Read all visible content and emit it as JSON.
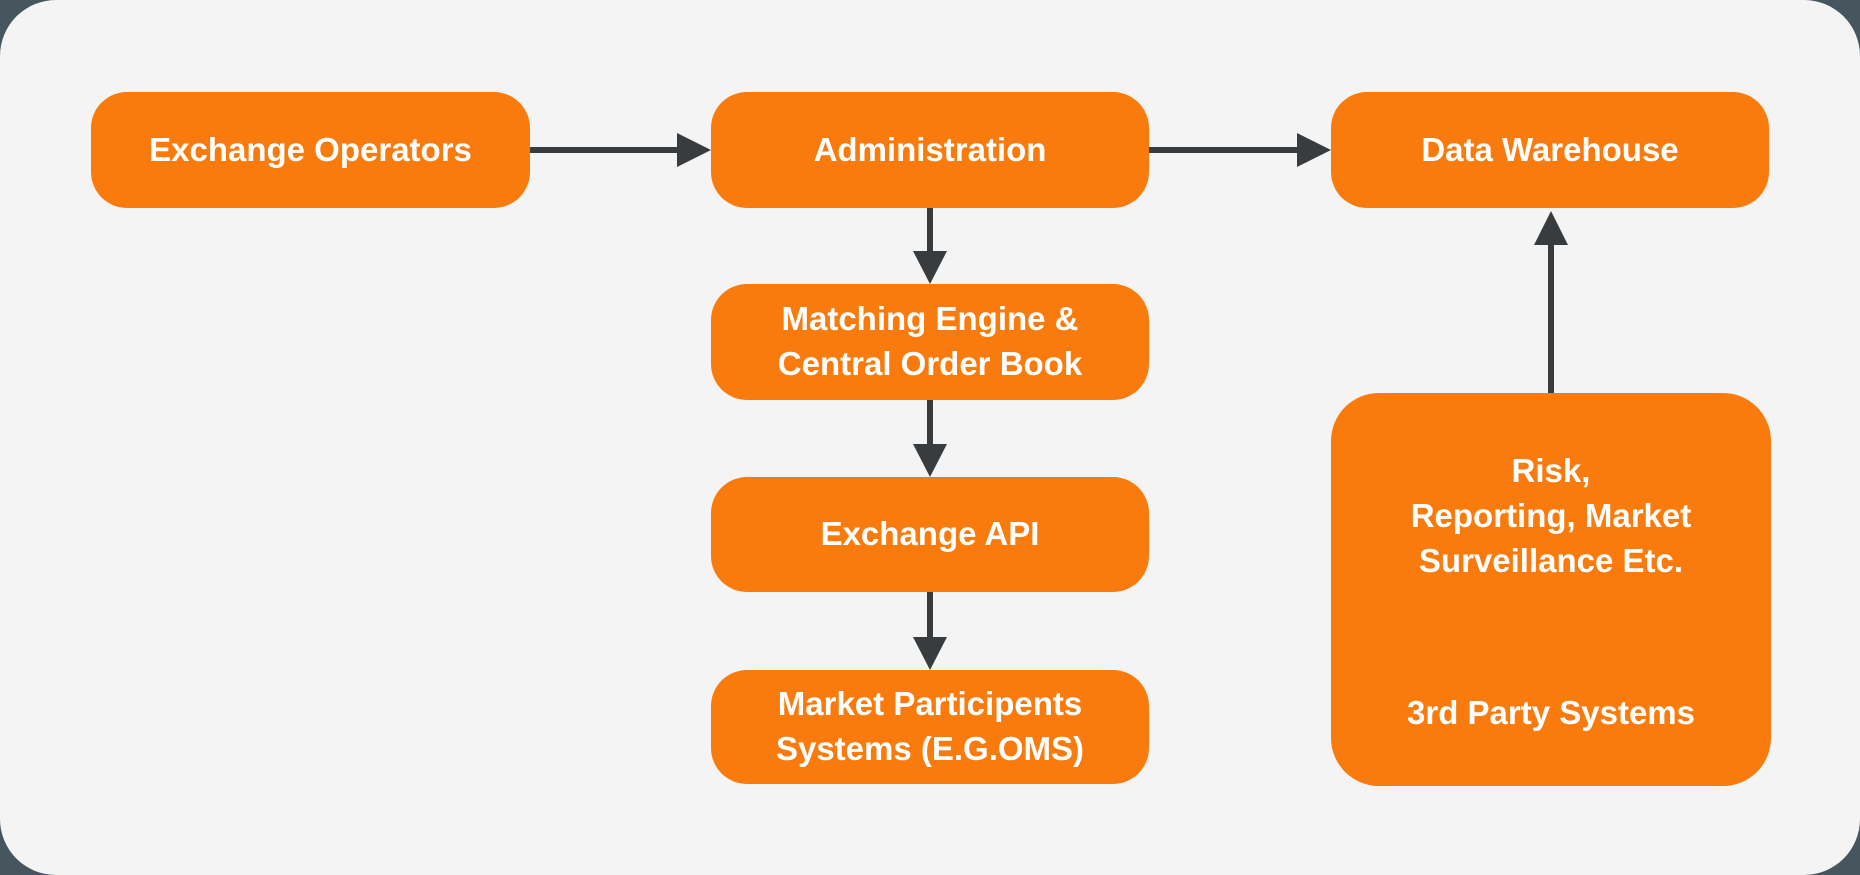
{
  "colors": {
    "accent": "#f97b0d",
    "panel_bg": "#f4f4f4",
    "page_bg": "#47565e",
    "arrow": "#393c3e",
    "node_text": "#ffffff"
  },
  "diagram": {
    "nodes": {
      "exchange_operators": {
        "label": "Exchange Operators"
      },
      "administration": {
        "label": "Administration"
      },
      "data_warehouse": {
        "label": "Data Warehouse"
      },
      "matching_engine": {
        "label": "Matching Engine &\nCentral Order Book"
      },
      "exchange_api": {
        "label": "Exchange API"
      },
      "market_participants": {
        "label": "Market Participents\nSystems (E.G.OMS)"
      },
      "third_party": {
        "label_top": "Risk,\nReporting, Market\nSurveillance Etc.",
        "label_bottom": "3rd Party Systems"
      }
    },
    "edges": [
      {
        "from": "exchange_operators",
        "to": "administration",
        "direction": "right"
      },
      {
        "from": "administration",
        "to": "data_warehouse",
        "direction": "right"
      },
      {
        "from": "administration",
        "to": "matching_engine",
        "direction": "down"
      },
      {
        "from": "matching_engine",
        "to": "exchange_api",
        "direction": "down"
      },
      {
        "from": "exchange_api",
        "to": "market_participants",
        "direction": "down"
      },
      {
        "from": "third_party",
        "to": "data_warehouse",
        "direction": "up"
      }
    ]
  }
}
